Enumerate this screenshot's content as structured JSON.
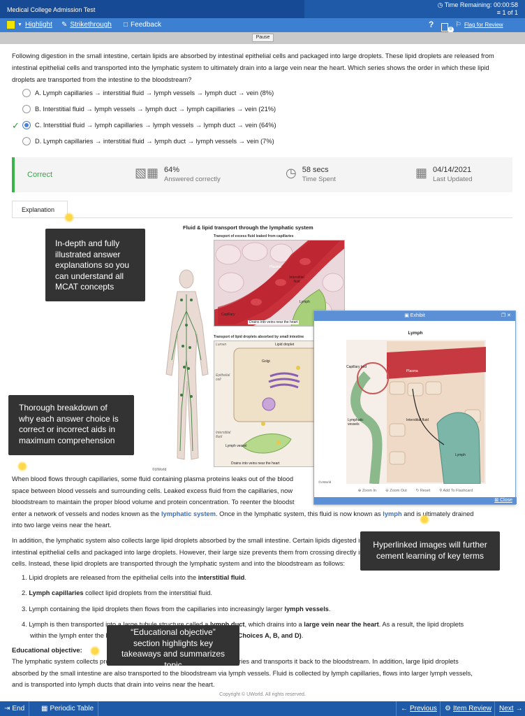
{
  "header": {
    "app_title": "Medical College Admission Test",
    "time_remaining": "Time Remaining: 00:00:58",
    "question_counter": "1 of 1"
  },
  "toolbar": {
    "highlight": "Highlight",
    "strikethrough": "Strikethrough",
    "feedback": "Feedback",
    "help": "?",
    "notes_badge": "0",
    "flag": "Flag for Review",
    "highlight_color": "#f2e600"
  },
  "pause": {
    "label": "Pause"
  },
  "question": {
    "stem": "Following digestion in the small intestine, certain lipids are absorbed by intestinal epithelial cells and packaged into large droplets.  These lipid droplets are released from intestinal epithelial cells and transported into the lymphatic system to ultimately drain into a large vein near the heart.  Which series shows the order in which these lipid droplets are transported from the intestine to the bloodstream?",
    "choices": [
      {
        "text": "A. Lymph capillaries → interstitial fluid → lymph vessels → lymph duct → vein (8%)",
        "selected": false
      },
      {
        "text": "B. Interstitial fluid → lymph vessels → lymph duct → lymph capillaries → vein (21%)",
        "selected": false
      },
      {
        "text": "C. Interstitial fluid → lymph capillaries → lymph vessels → lymph duct → vein (64%)",
        "selected": true
      },
      {
        "text": "D. Lymph capillaries → interstitial fluid → lymph duct → lymph vessels → vein (7%)",
        "selected": false
      }
    ]
  },
  "result": {
    "status": "Correct",
    "percent": "64%",
    "percent_label": "Answered correctly",
    "time": "58 secs",
    "time_label": "Time Spent",
    "date": "04/14/2021",
    "date_label": "Last Updated",
    "status_color": "#3bb44a"
  },
  "explanation_tab": "Explanation",
  "figure": {
    "title": "Fluid & lipid transport through the lymphatic system",
    "panel1_title": "Transport of excess fluid leaked from capillaries",
    "panel1_labels": {
      "plasma": "Plasma",
      "interstitial": "Interstitial fluid",
      "capillary": "Capillary",
      "lymph": "Lymph",
      "drains": "Drains into veins near the heart"
    },
    "panel2_title": "Transport of lipid droplets absorbed by small intestine",
    "panel2_labels": {
      "lumen": "Lumen",
      "lipid": "Lipid droplet",
      "epithelial": "Epithelial cell",
      "golgi": "Golgi",
      "interstitial": "Interstitial fluid",
      "vessel": "Lymph vessel",
      "drains": "Drains into veins near the heart"
    },
    "credit": "©UWorld"
  },
  "callouts": {
    "c1": "In-depth and fully illustrated answer explanations so you can understand all MCAT concepts",
    "c2": "Thorough breakdown of why each answer choice is correct or incorrect aids in maximum comprehension",
    "c3": "Hyperlinked images will further cement learning of key terms",
    "c4": "“Educational objective” section highlights key takeaways and summarizes topic"
  },
  "exhibit": {
    "header": "Exhibit",
    "title": "Lymph",
    "labels": {
      "capillary_bed": "Capillary bed",
      "plasma": "Plasma",
      "lymphatic": "Lymphatic vessels",
      "interstitial": "Interstitial fluid",
      "lymph": "Lymph"
    },
    "credit": "©UWorld",
    "zoom_in": "Zoom In",
    "zoom_out": "Zoom Out",
    "reset": "Reset",
    "flashcard": "Add To Flashcard",
    "close": "Close"
  },
  "explanation": {
    "p1_a": "When blood flows through capillaries, some fluid containing plasma proteins leaks out of the blood",
    "p1_b": "space between blood vessels and surrounding cells.  Leaked excess fluid from the capillaries, now",
    "p1_c": "bloodstream to maintain the proper blood volume and protein concentration.  To reenter the bloodst",
    "p1_d1": "enter a network of vessels and nodes known as the ",
    "p1_link1": "lymphatic system",
    "p1_d2": ".  Once in the lymphatic system, this fluid is now known as ",
    "p1_link2": "lymph",
    "p1_d3": " and is ultimately drained",
    "p1_e": "into two large veins near the heart.",
    "p2_a": "In addition, the lymphatic system also collects large lipid droplets absorbed by the small intestine.  Certain lipids digested in the small intestine are absorbed by",
    "p2_b": "intestinal epithelial cells and packaged into large droplets.  However, their large size prevents them from crossing directly into the capillaries surrounding intestinal",
    "p2_c": "cells.  Instead, these lipid droplets are transported through the lymphatic system and into the bloodstream as follows:",
    "l1_a": "1.  Lipid droplets are released from the epithelial cells into the ",
    "l1_b": "interstitial fluid",
    "l2_a": "2.  ",
    "l2_b": "Lymph capillaries",
    "l2_c": " collect lipid droplets from the interstitial fluid.",
    "l3_a": "3.  Lymph containing the lipid droplets then flows from the capillaries into increasingly larger ",
    "l3_b": "lymph vessels",
    "l4_a": "4.  Lymph is then transported into a large tubule structure called a ",
    "l4_b": "lymph duct",
    "l4_c": ", which drains into a ",
    "l4_d": "large vein near the heart",
    "l4_e": ".  As a result, the lipid droplets",
    "l4_f": "within the lymph enter the bloodstream and are transported to the body ",
    "l4_g": "(Choices A, B, and D)",
    "ed_title": "Educational objective:",
    "ed_a": "The lymphatic system collects protein-containing fluid leaked from blood capillaries and transports it back to the bloodstream.  In addition, large lipid droplets",
    "ed_b": "absorbed by the small intestine are also transported to the bloodstream via lymph vessels.  Fluid is collected by lymph capillaries, flows into larger lymph vessels,",
    "ed_c": "and is transported into lymph ducts that drain into veins near the heart."
  },
  "copyright": "Copyright © UWorld. All rights reserved.",
  "bottom": {
    "end": "End",
    "periodic": "Periodic Table",
    "previous": "Previous",
    "item_review": "Item Review",
    "next": "Next"
  }
}
